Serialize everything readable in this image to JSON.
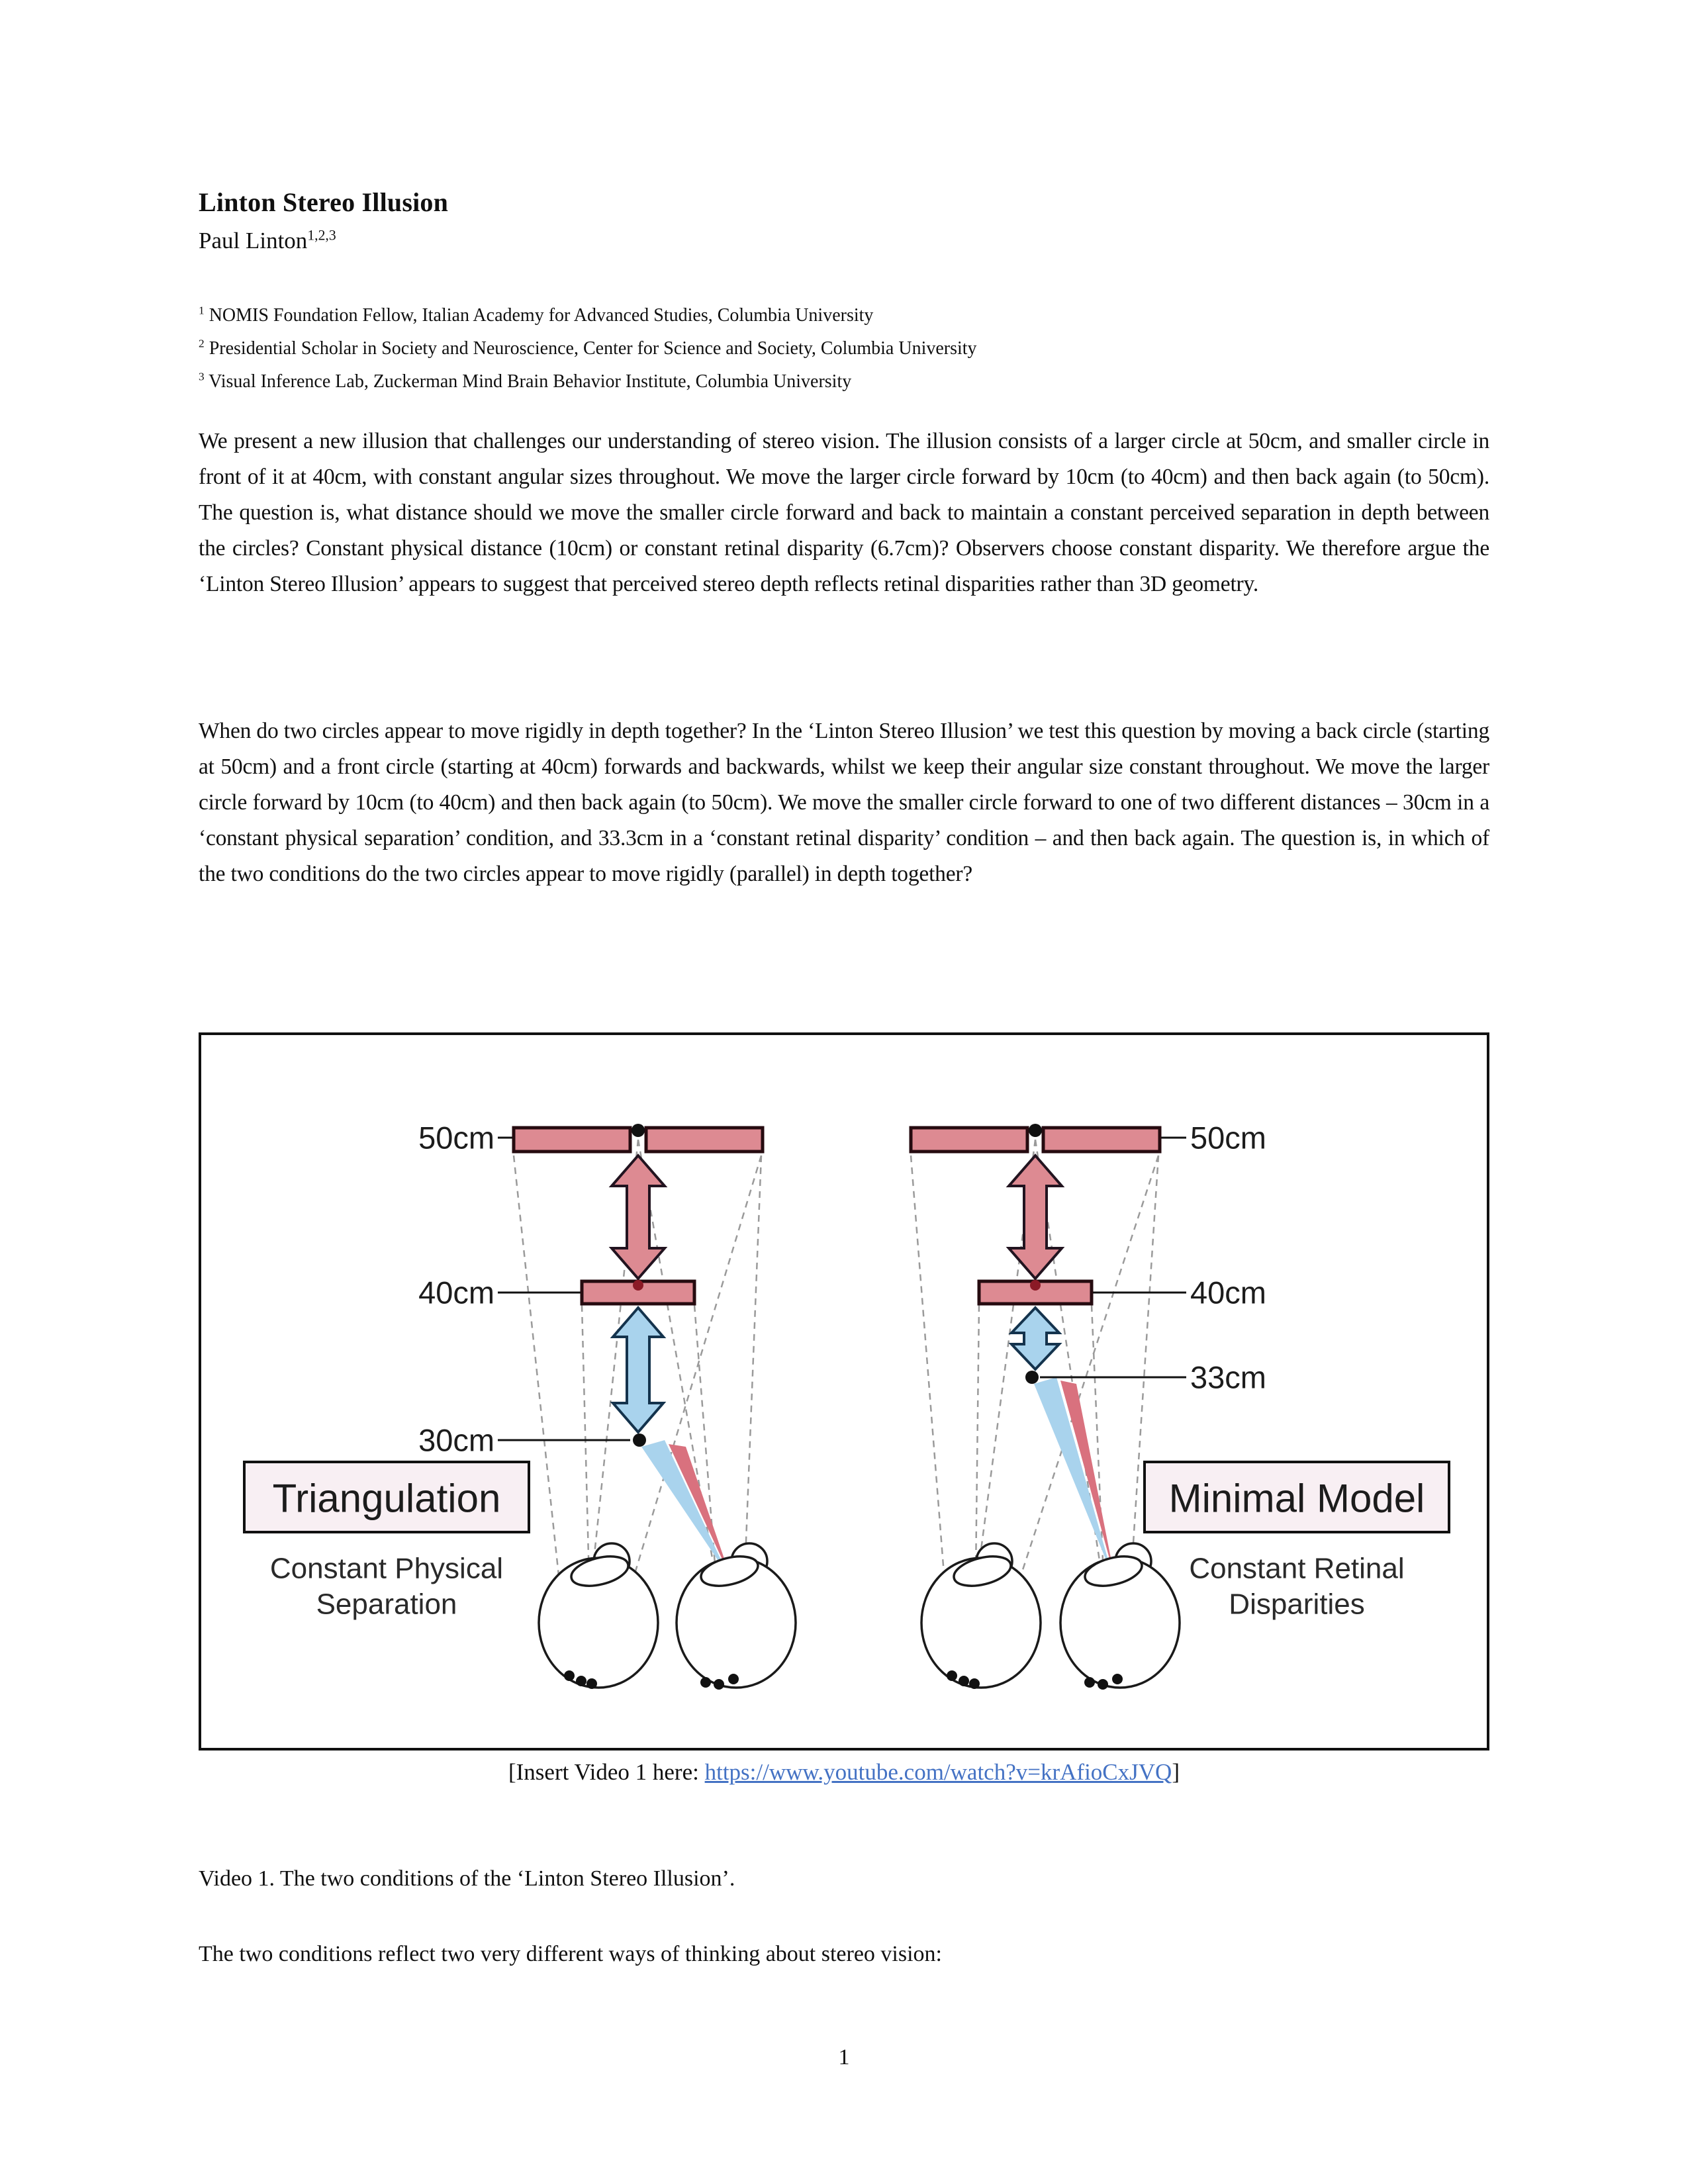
{
  "page": {
    "number": "1"
  },
  "header": {
    "title": "Linton Stereo Illusion",
    "author": "Paul Linton",
    "author_superscript": "1,2,3",
    "affiliations": [
      {
        "marker": "1",
        "text": " NOMIS Foundation Fellow, Italian Academy for Advanced Studies, Columbia University"
      },
      {
        "marker": "2",
        "text": " Presidential Scholar in Society and Neuroscience, Center for Science and Society, Columbia University"
      },
      {
        "marker": "3",
        "text": " Visual Inference Lab, Zuckerman Mind Brain Behavior Institute, Columbia University"
      }
    ]
  },
  "paragraphs": {
    "p1": "We present a new illusion that challenges our understanding of stereo vision. The illusion consists of a larger circle at 50cm, and smaller circle in front of it at 40cm, with constant angular sizes throughout. We move the larger circle forward by 10cm (to 40cm) and then back again (to 50cm). The question is, what distance should we move the smaller circle forward and back to maintain a constant perceived separation in depth between the circles? Constant physical distance (10cm) or constant retinal disparity (6.7cm)? Observers choose constant disparity. We therefore argue the ‘Linton Stereo Illusion’ appears to suggest that perceived stereo depth reflects retinal disparities rather than 3D geometry.",
    "p2": "When do two circles appear to move rigidly in depth together? In the ‘Linton Stereo Illusion’ we test this question by moving a back circle (starting at 50cm) and a front circle (starting at 40cm) forwards and backwards, whilst we keep their angular size constant throughout. We move the larger circle forward by 10cm (to 40cm) and then back again (to 50cm). We move the smaller circle forward to one of two different distances – 30cm in a ‘constant physical separation’ condition, and 33.3cm in a ‘constant retinal disparity’ condition – and then back again. The question is, in which of the two conditions do the two circles appear to move rigidly (parallel) in depth together?"
  },
  "figure": {
    "left": {
      "model_label": "Triangulation",
      "condition_line1": "Constant Physical",
      "condition_line2": "Separation",
      "labels": {
        "d50": "50cm",
        "d40": "40cm",
        "d30": "30cm"
      }
    },
    "right": {
      "model_label": "Minimal Model",
      "condition_line1": "Constant Retinal",
      "condition_line2": "Disparities",
      "labels": {
        "d50": "50cm",
        "d40": "40cm",
        "d33": "33cm"
      }
    },
    "colors": {
      "bar_fill": "#dd8a92",
      "bar_stroke": "#260b10",
      "red_arrow_fill": "#dd8a92",
      "blue_arrow_fill": "#a9d3ed",
      "wedge_red": "#d9717e",
      "wedge_blue": "#a9d3ed",
      "label_box_fill": "#f8eff3",
      "dark_red_dot": "#8b1a26",
      "dashed_line": "#9a9a9a",
      "link_blue": "#4472c4"
    }
  },
  "caption": {
    "prefix": "[Insert Video 1 here: ",
    "link": "https://www.youtube.com/watch?v=krAfioCxJVQ",
    "suffix": "]"
  },
  "video_caption": "Video 1. The two conditions of the ‘Linton Stereo Illusion’.",
  "closing_line": "The two conditions reflect two very different ways of thinking about stereo vision:"
}
